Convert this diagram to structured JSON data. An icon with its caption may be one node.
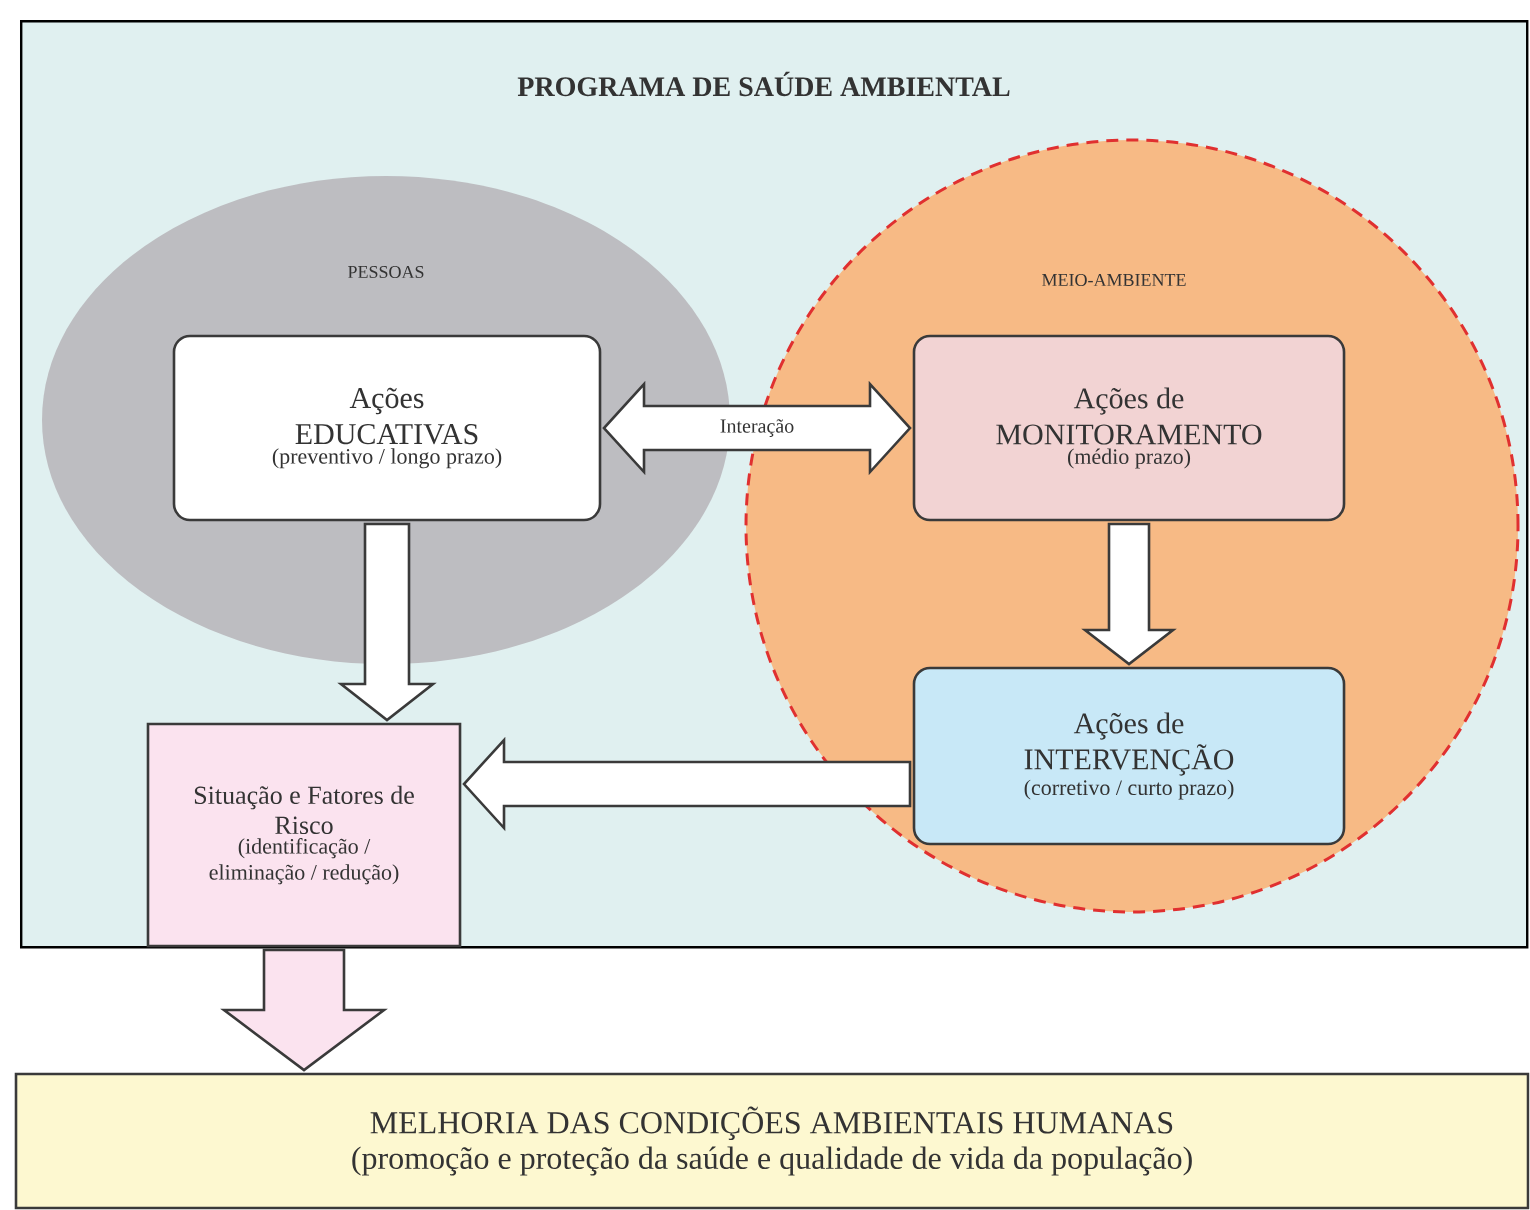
{
  "diagram": {
    "nodes": [
      {
        "text": [
          "PROGRAMA DE SAÚDE AMBIENTAL"
        ]
      },
      {
        "text": [
          "PESSOAS"
        ],
        "in": 0
      },
      {
        "text": [
          "MEIO-AMBIENTE"
        ],
        "in": 0
      },
      {
        "text": [
          "Ações EDUCATIVAS",
          "(preventivo / longo prazo)"
        ],
        "in": 1
      },
      {
        "text": [
          "Ações de MONITORAMENTO",
          "(médio prazo)"
        ],
        "in": 2
      },
      {
        "text": [
          "Ações de INTERVENÇÃO",
          "(corretivo / curto prazo)"
        ],
        "in": 2
      },
      {
        "text": [
          "Situação e Fatores de Risco",
          "(identificação / eliminação / redução)"
        ],
        "in": 0
      },
      {
        "text": [
          "MELHORIA DAS CONDIÇÕES AMBIENTAIS HUMANAS",
          "(promoção e proteção da saúde e qualidade de vida da população)"
        ]
      }
    ],
    "edges": [
      {
        "from": 3,
        "to": 4,
        "arrow": "both",
        "label": "Interação"
      },
      {
        "from": 3,
        "to": 6,
        "arrow": "to"
      },
      {
        "from": 4,
        "to": 5,
        "arrow": "to"
      },
      {
        "from": 5,
        "to": 6,
        "arrow": "to"
      },
      {
        "from": 6,
        "to": 7,
        "arrow": "to",
        "color": "#fbe3ef"
      }
    ]
  }
}
